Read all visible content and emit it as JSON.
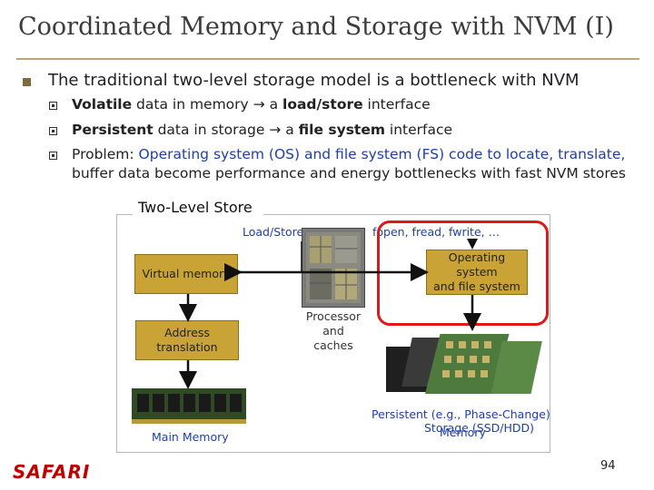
{
  "slide": {
    "title": "Coordinated Memory and Storage with NVM (I)",
    "page_number": "94",
    "logo": "SAFARI"
  },
  "bullet": {
    "main": "The traditional two-level storage model is a bottleneck with NVM",
    "sub1": {
      "bold1": "Volatile",
      "text1": " data in memory ",
      "arrow": "→",
      "text2": " a ",
      "bold2": "load/store",
      "text3": " interface"
    },
    "sub2": {
      "bold1": "Persistent",
      "text1": " data in storage ",
      "arrow": "→",
      "text2": " a ",
      "bold2": "file system",
      "text3": " interface"
    },
    "sub3": {
      "prefix": "Problem: ",
      "blue": "Operating system (OS) and file system (FS) code to locate, translate,",
      "line2": "buffer data become performance and energy bottlenecks with fast NVM stores"
    }
  },
  "diagram": {
    "frame_title": "Two-Level Store",
    "load_store": "Load/Store",
    "fopen": "fopen, fread, fwrite, …",
    "virtual_memory": "Virtual memory",
    "os_fs": [
      "Operating",
      "system",
      "and file system"
    ],
    "address_translation": [
      "Address",
      "translation"
    ],
    "processor": [
      "Processor",
      "and caches"
    ],
    "main_memory": "Main Memory",
    "persistent_line1": "Persistent (e.g., Phase-Change)",
    "persistent_line2": "Storage (SSD/HDD)",
    "memory_overlap": "Memory",
    "highlight_color": "#e01818",
    "box_color": "#c9a335"
  }
}
